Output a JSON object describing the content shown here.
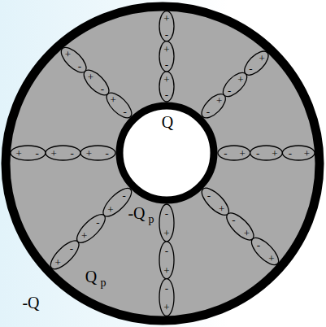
{
  "diagram": {
    "labels": [
      "Q",
      "-Q",
      "p",
      "Q",
      "p",
      "-Q",
      "-",
      "+",
      "-",
      "+",
      "-",
      "+",
      "-",
      "+",
      "-",
      "+",
      "-",
      "+",
      "-",
      "+",
      "-",
      "+",
      "-",
      "+",
      "-",
      "+",
      "-",
      "+",
      "-",
      "+",
      "-",
      "+",
      "-",
      "+",
      "-",
      "+",
      "-",
      "+",
      "-",
      "+",
      "-",
      "+",
      "-",
      "+",
      "-",
      "+",
      "-",
      "+",
      "-",
      "+",
      "-",
      "+",
      "-",
      "+"
    ]
  }
}
